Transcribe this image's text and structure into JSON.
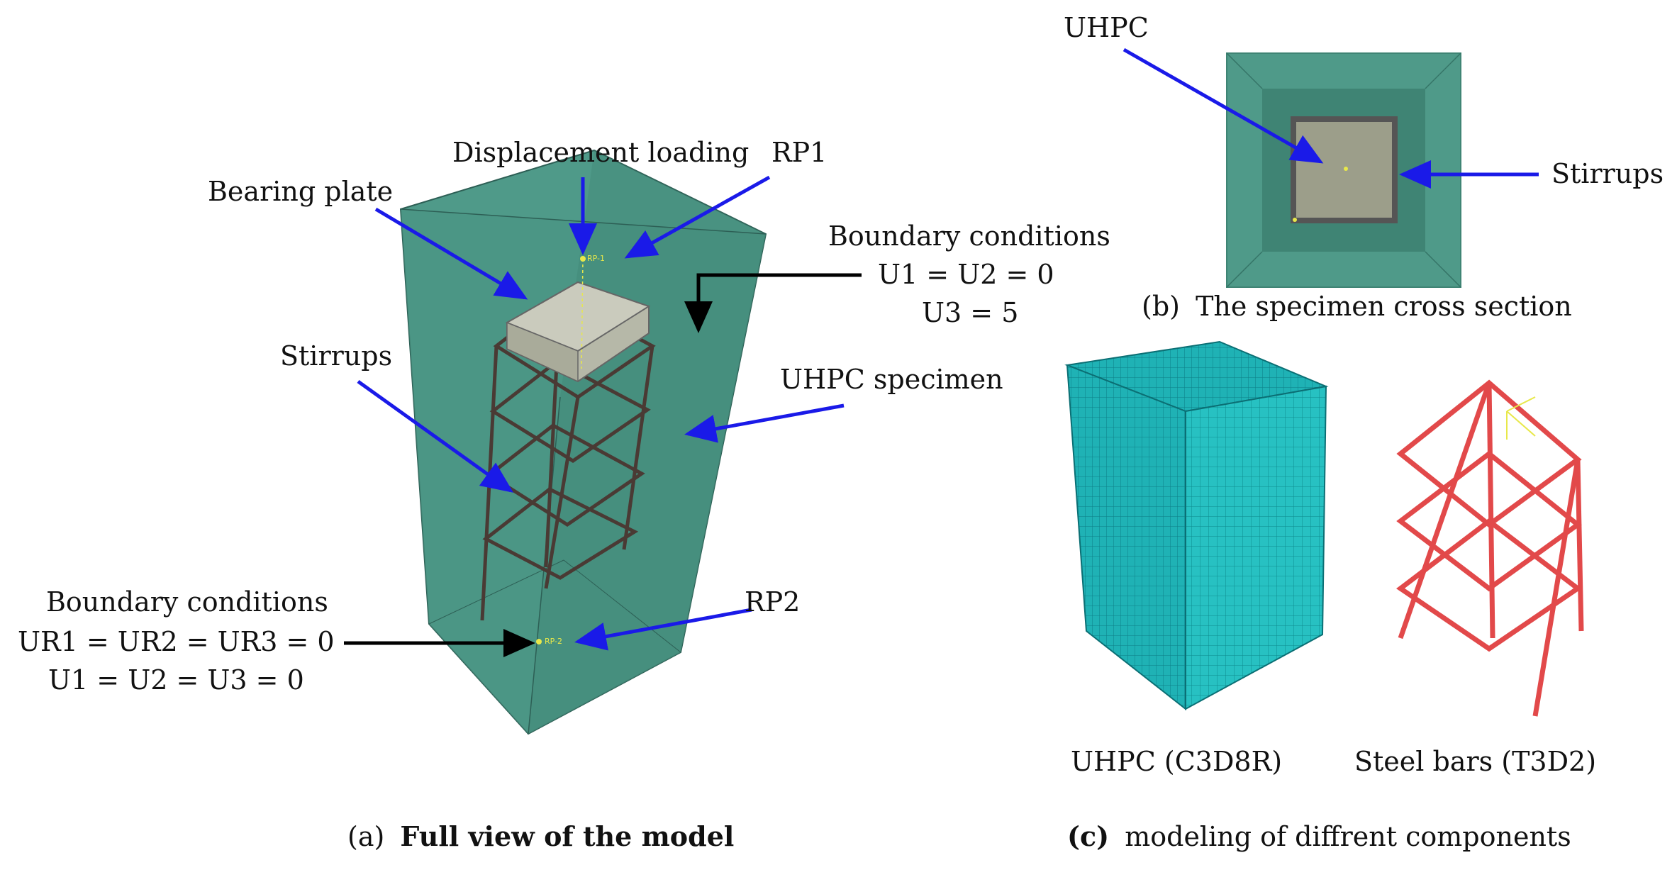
{
  "colors": {
    "uhpc": "#4f9a89",
    "uhpc_dark": "#3f8474",
    "mesh": "#1fb2b5",
    "steel": "#e2494a",
    "cage": "#4a3a34",
    "arrow_blue": "#1a1ae8",
    "arrow_black": "#000000",
    "rp_marker": "#e8e84a"
  },
  "panel_a": {
    "caption_prefix": "(a)",
    "caption": "Full view of the model",
    "labels": {
      "displacement_loading": "Displacement loading",
      "rp1": "RP1",
      "bearing_plate": "Bearing plate",
      "boundary_top_title": "Boundary conditions",
      "boundary_top_line1": "U1 = U2 = 0",
      "boundary_top_line2": "U3 = 5",
      "stirrups": "Stirrups",
      "uhpc_specimen": "UHPC specimen",
      "boundary_bottom_title": "Boundary conditions",
      "boundary_bottom_line1": "UR1 = UR2 = UR3 = 0",
      "boundary_bottom_line2": "U1 = U2 = U3 = 0",
      "rp2": "RP2"
    },
    "markers": {
      "rp1_tag": "RP-1",
      "rp2_tag": "RP-2"
    }
  },
  "panel_b": {
    "caption_prefix": "(b)",
    "caption": "The specimen cross section",
    "labels": {
      "uhpc": "UHPC",
      "stirrups": "Stirrups"
    }
  },
  "panel_c": {
    "caption_prefix": "(c)",
    "caption": "modeling of diffrent components",
    "labels": {
      "uhpc_element": "UHPC (C3D8R)",
      "steel_element": "Steel bars (T3D2)"
    }
  }
}
